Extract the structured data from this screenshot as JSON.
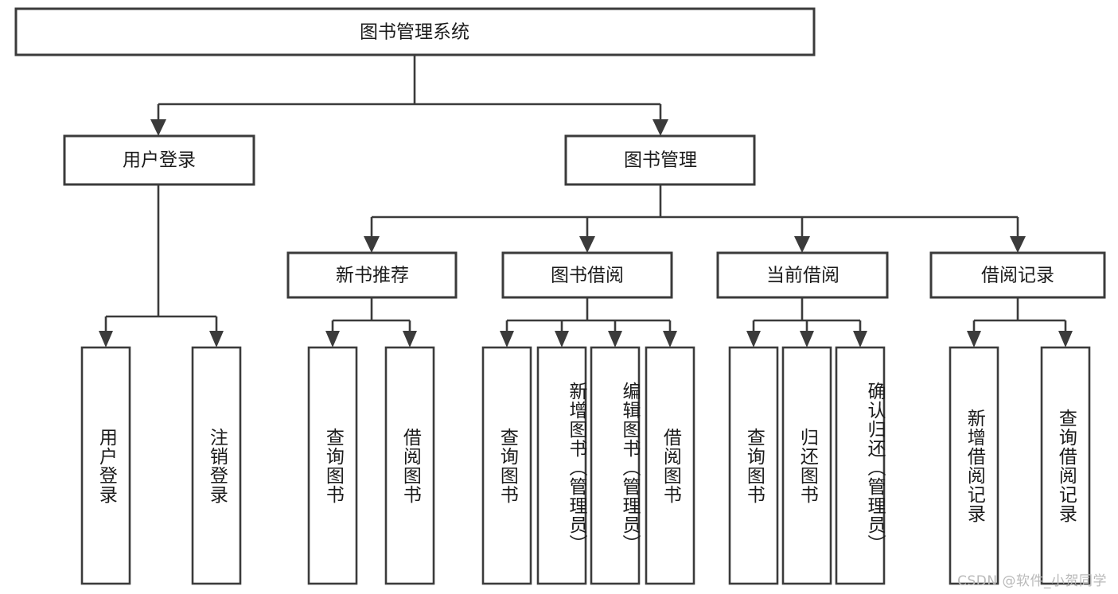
{
  "diagram": {
    "title": "图书管理系统",
    "type": "tree-hierarchy",
    "root": {
      "id": "root",
      "label": "图书管理系统"
    },
    "level2": [
      {
        "id": "user-login",
        "label": "用户登录"
      },
      {
        "id": "book-manage",
        "label": "图书管理"
      }
    ],
    "level3": [
      {
        "id": "new-book-rec",
        "label": "新书推荐",
        "parent": "book-manage"
      },
      {
        "id": "book-borrow",
        "label": "图书借阅",
        "parent": "book-manage"
      },
      {
        "id": "current-borrow",
        "label": "当前借阅",
        "parent": "book-manage"
      },
      {
        "id": "borrow-record",
        "label": "借阅记录",
        "parent": "book-manage"
      }
    ],
    "leaves": [
      {
        "id": "leaf-user-login",
        "label": "用户登录",
        "parent": "user-login"
      },
      {
        "id": "leaf-logout",
        "label": "注销登录",
        "parent": "user-login"
      },
      {
        "id": "leaf-query-book-1",
        "label": "查询图书",
        "parent": "new-book-rec"
      },
      {
        "id": "leaf-borrow-book-1",
        "label": "借阅图书",
        "parent": "new-book-rec"
      },
      {
        "id": "leaf-query-book-2",
        "label": "查询图书",
        "parent": "book-borrow"
      },
      {
        "id": "leaf-add-book",
        "label": "新增图书（管理员）",
        "parent": "book-borrow"
      },
      {
        "id": "leaf-edit-book",
        "label": "编辑图书（管理员）",
        "parent": "book-borrow"
      },
      {
        "id": "leaf-borrow-book-2",
        "label": "借阅图书",
        "parent": "book-borrow"
      },
      {
        "id": "leaf-query-book-3",
        "label": "查询图书",
        "parent": "current-borrow"
      },
      {
        "id": "leaf-return-book",
        "label": "归还图书",
        "parent": "current-borrow"
      },
      {
        "id": "leaf-confirm-return",
        "label": "确认归还（管理员）",
        "parent": "current-borrow"
      },
      {
        "id": "leaf-add-record",
        "label": "新增借阅记录",
        "parent": "borrow-record"
      },
      {
        "id": "leaf-query-record",
        "label": "查询借阅记录",
        "parent": "borrow-record"
      }
    ],
    "watermark": "CSDN @软件_小贺同学",
    "colors": {
      "stroke": "#3b3b3b",
      "box_fill": "#ffffff",
      "text": "#1b1b1b",
      "background": "#ffffff",
      "watermark": "#b9b9b9"
    }
  }
}
